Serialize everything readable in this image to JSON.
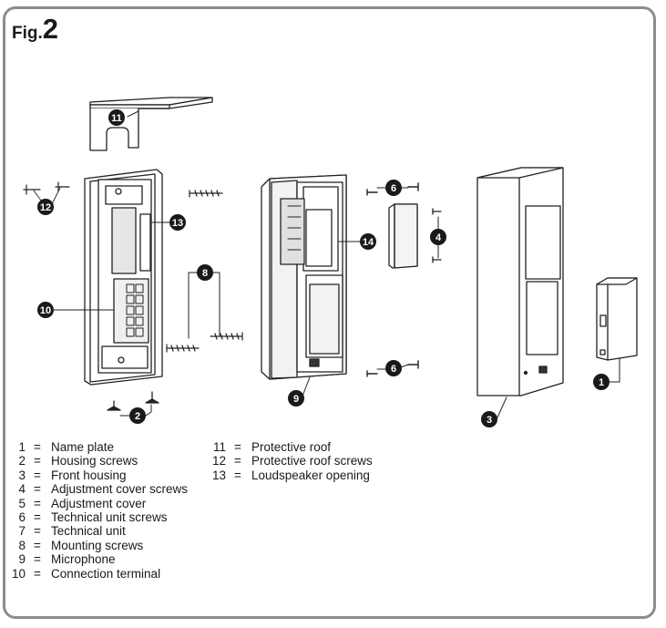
{
  "figure": {
    "prefix": "Fig.",
    "number": "2"
  },
  "callouts": [
    "1",
    "2",
    "3",
    "4",
    "6",
    "8",
    "9",
    "10",
    "11",
    "12",
    "13",
    "14"
  ],
  "legend": [
    {
      "n": "1",
      "eq": "=",
      "text": "Name plate"
    },
    {
      "n": "2",
      "eq": "=",
      "text": "Housing screws"
    },
    {
      "n": "3",
      "eq": "=",
      "text": "Front housing"
    },
    {
      "n": "4",
      "eq": "=",
      "text": "Adjustment cover screws"
    },
    {
      "n": "5",
      "eq": "=",
      "text": "Adjustment cover"
    },
    {
      "n": "6",
      "eq": "=",
      "text": "Technical unit screws"
    },
    {
      "n": "7",
      "eq": "=",
      "text": "Technical unit"
    },
    {
      "n": "8",
      "eq": "=",
      "text": "Mounting screws"
    },
    {
      "n": "9",
      "eq": "=",
      "text": "Microphone"
    },
    {
      "n": "10",
      "eq": "=",
      "text": "Connection terminal"
    },
    {
      "n": "11",
      "eq": "=",
      "text": "Protective roof"
    },
    {
      "n": "12",
      "eq": "=",
      "text": "Protective roof screws"
    },
    {
      "n": "13",
      "eq": "=",
      "text": "Loudspeaker opening"
    }
  ]
}
